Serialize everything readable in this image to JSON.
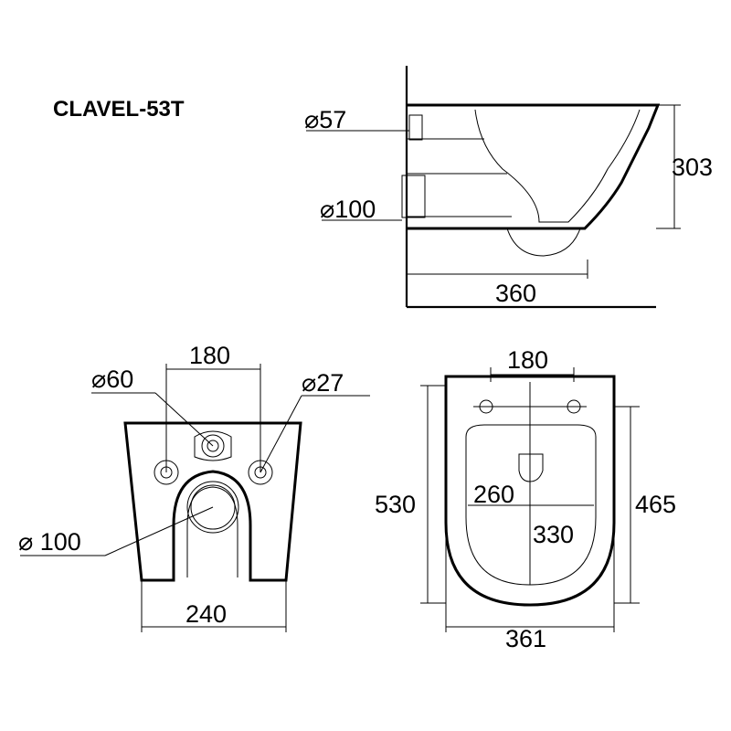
{
  "title": "CLAVEL-53T",
  "side_view": {
    "pipe_small": "⌀57",
    "pipe_large": "⌀100",
    "height": "303",
    "depth": "360"
  },
  "rear_view": {
    "hole_spacing": "180",
    "hole_large": "⌀60",
    "hole_small": "⌀27",
    "outlet": "⌀ 100",
    "base_width": "240"
  },
  "top_view": {
    "hole_spacing": "180",
    "inner_width": "260",
    "inner_length": "330",
    "total_length": "530",
    "bowl_length": "465",
    "total_width": "361"
  }
}
